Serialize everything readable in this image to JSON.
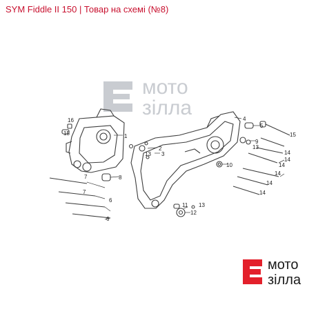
{
  "header": {
    "title": "SYM Fiddle II 150 | Товар на схемі (№8)"
  },
  "watermark": {
    "line1": "мото",
    "line2": "зілла",
    "color": "#c9ccd1"
  },
  "logo": {
    "line1": "мото",
    "line2": "зілла",
    "brand_color": "#e3202b"
  },
  "callouts": [
    {
      "label": "1"
    },
    {
      "label": "2"
    },
    {
      "label": "3"
    },
    {
      "label": "4"
    },
    {
      "label": "5"
    },
    {
      "label": "6"
    },
    {
      "label": "6"
    },
    {
      "label": "7"
    },
    {
      "label": "7"
    },
    {
      "label": "8"
    },
    {
      "label": "9"
    },
    {
      "label": "10"
    },
    {
      "label": "11"
    },
    {
      "label": "12"
    },
    {
      "label": "13"
    },
    {
      "label": "13"
    },
    {
      "label": "13"
    },
    {
      "label": "14"
    },
    {
      "label": "14"
    },
    {
      "label": "14"
    },
    {
      "label": "14"
    },
    {
      "label": "14"
    },
    {
      "label": "14"
    },
    {
      "label": "15"
    },
    {
      "label": "15"
    },
    {
      "label": "16"
    }
  ]
}
